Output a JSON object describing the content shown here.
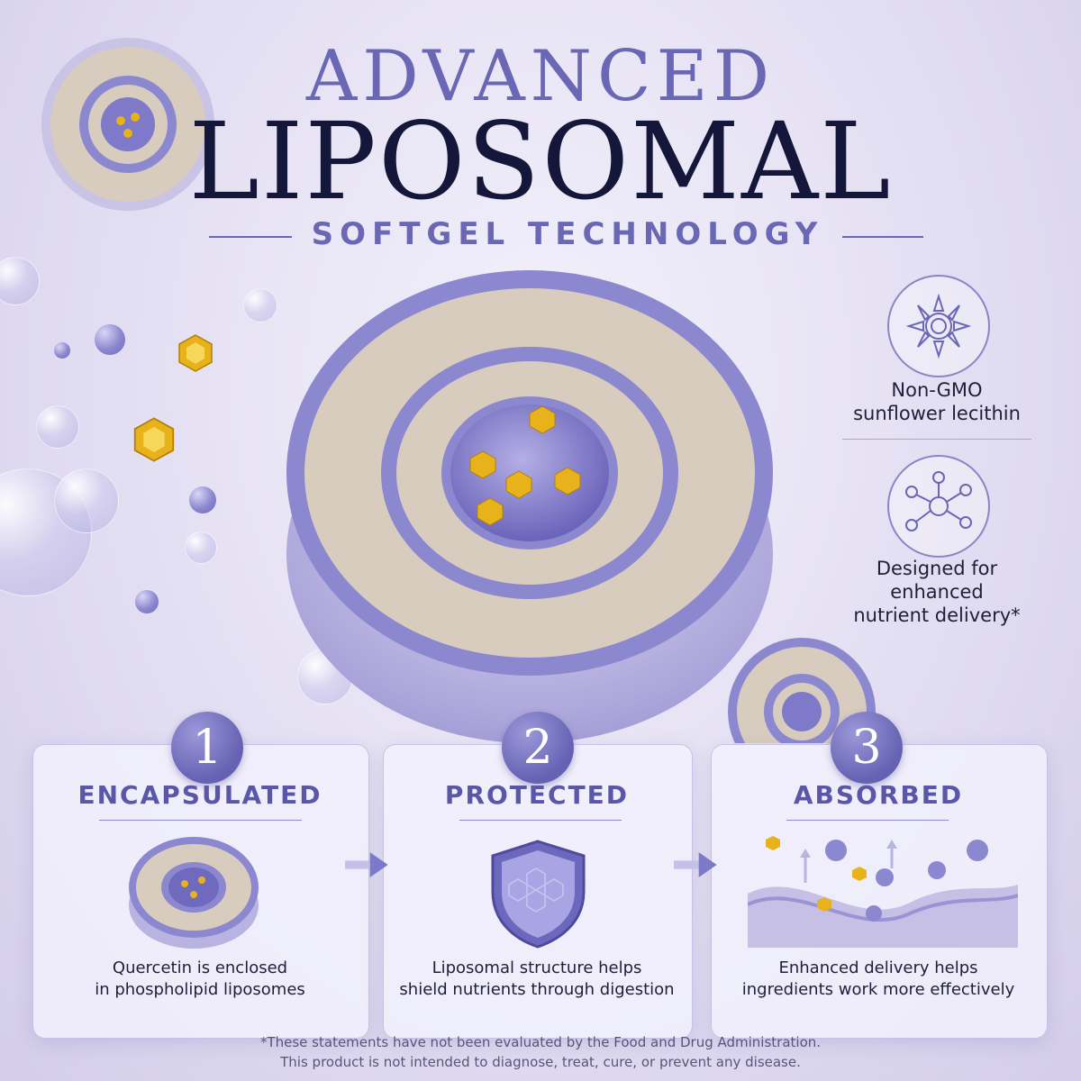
{
  "header": {
    "line1": "ADVANCED",
    "line2": "LIPOSOMAL",
    "line3": "SOFTGEL TECHNOLOGY"
  },
  "features": [
    {
      "icon": "sunflower-icon",
      "text_line1": "Non-GMO",
      "text_line2": "sunflower lecithin"
    },
    {
      "icon": "molecule-icon",
      "text_line1": "Designed for",
      "text_line2": "enhanced",
      "text_line3": "nutrient delivery*"
    }
  ],
  "steps": [
    {
      "number": "1",
      "title": "ENCAPSULATED",
      "line1": "Quercetin is enclosed",
      "line2": "in phospholipid liposomes",
      "icon": "liposome-icon"
    },
    {
      "number": "2",
      "title": "PROTECTED",
      "line1": "Liposomal structure helps",
      "line2": "shield nutrients through digestion",
      "icon": "shield-icon"
    },
    {
      "number": "3",
      "title": "ABSORBED",
      "line1": "Enhanced delivery helps",
      "line2": "ingredients work more effectively",
      "icon": "absorption-icon"
    }
  ],
  "disclaimer": {
    "line1": "*These statements have not been evaluated by the Food and Drug Administration.",
    "line2": "This product is not intended to diagnose, treat, cure, or prevent any disease."
  },
  "colors": {
    "accent": "#6a67b5",
    "title_dark": "#15173a",
    "lipid_head": "#8c88d0",
    "tail": "#d8ccbf",
    "gold": "#e8b21a"
  }
}
